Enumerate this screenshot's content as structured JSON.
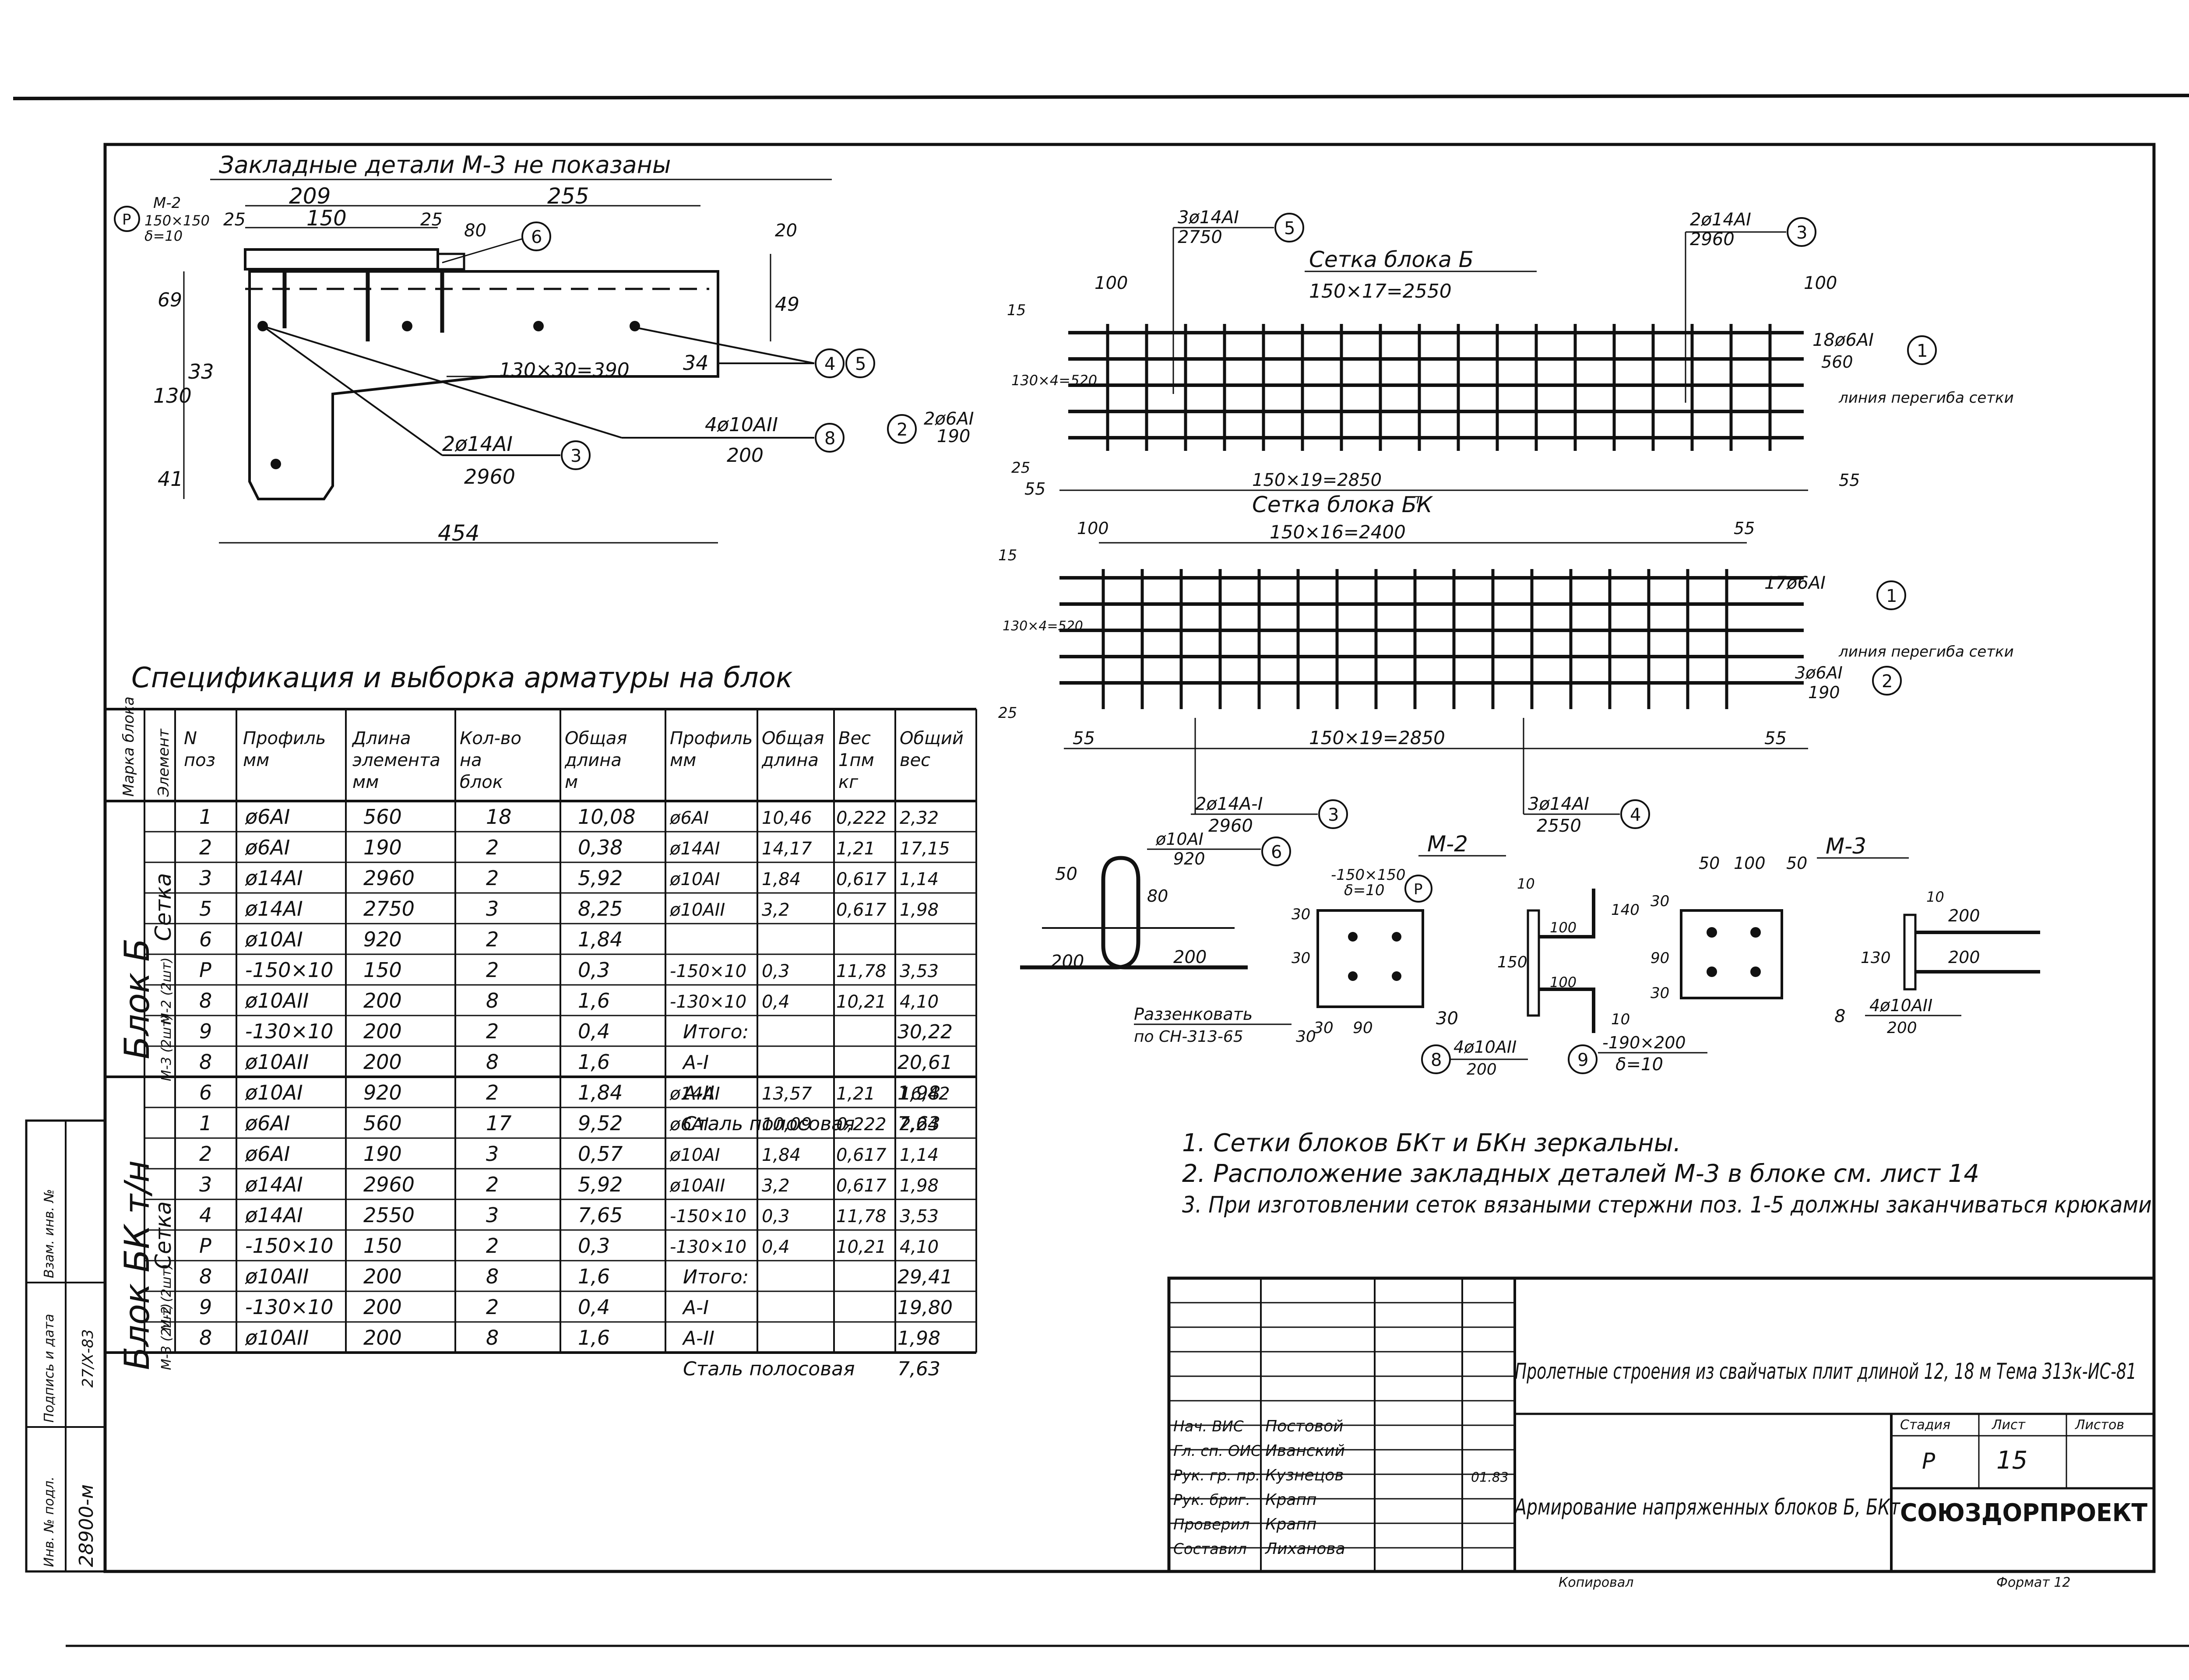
{
  "header_note": "Закладные детали М-3 не показаны",
  "section": {
    "labels": {
      "m2_tag": "М-2",
      "m2_size": "150×150",
      "m2_thick": "δ=10",
      "d209": "209",
      "d255": "255",
      "d150": "150",
      "d25": "25",
      "d80": "80",
      "d20": "20",
      "d69": "69",
      "d49": "49",
      "d33": "33",
      "d130": "130",
      "d41": "41",
      "d34": "34",
      "spacing": "130×30=390",
      "rebar3": "2ø14АI",
      "rebar3_len": "2960",
      "rebar8": "4ø10АII",
      "rebar8_len": "200",
      "d454": "454",
      "p_mark": "Р",
      "c6": "6",
      "c4": "4",
      "c5": "5",
      "c3": "3",
      "c8": "8"
    }
  },
  "mesh_b": {
    "title": "Сетка блока Б",
    "total": "150×17=2550",
    "top_left_note": "3ø14АI",
    "top_left_len": "2750",
    "top_left_circle": "5",
    "top_right_note": "2ø14АI",
    "top_right_len": "2960",
    "top_right_circle": "3",
    "right_note": "18ø6АI",
    "right_len": "560",
    "right_circle": "1",
    "left_note": "2ø6АI",
    "left_len": "190",
    "left_circle": "2",
    "bend_line": "линия перегиба сетки",
    "d100a": "100",
    "d100b": "100",
    "d15": "15",
    "d130": "130×4=520",
    "d25": "25",
    "d55a": "55",
    "d55b": "55",
    "bottom_total": "150×19=2850"
  },
  "mesh_bk": {
    "title": "Сетка блока БК",
    "title_sup": "т",
    "total": "150×16=2400",
    "d100": "100",
    "d55top": "55",
    "d15": "15",
    "d130": "130×4=520",
    "d25": "25",
    "right_note": "17ø6АI",
    "right_circle": "1",
    "right_note2": "3ø6АI",
    "right_len2": "190",
    "right_circle2": "2",
    "bend_line": "линия перегиба сетки",
    "d55a": "55",
    "d55b": "55",
    "bottom_total": "150×19=2850",
    "bl_note": "2ø14А-I",
    "bl_len": "2960",
    "bl_circle": "3",
    "br_note": "3ø14АI",
    "br_len": "2550",
    "br_circle": "4"
  },
  "detail6": {
    "note": "ø10АI",
    "len": "920",
    "circle": "6",
    "d50": "50",
    "d80": "80",
    "d200a": "200",
    "d200b": "200",
    "caption": "Раззенковать",
    "caption2": "по СН-313-65"
  },
  "m2": {
    "title": "М-2",
    "plate": "-150×150",
    "plate2": "δ=10",
    "circle": "Р",
    "d30a": "30",
    "d30b": "30",
    "d90": "90",
    "d30c": "30",
    "d30d": "30",
    "d30e": "30",
    "d10": "10",
    "d150": "150",
    "d100a": "100",
    "d100b": "100",
    "d140": "140",
    "d10b": "10",
    "rebar": "4ø10АII",
    "rebar_len": "200",
    "c8": "8",
    "plate_b": "-190×200",
    "plate_b2": "δ=10",
    "c9": "9"
  },
  "m3": {
    "title": "М-3",
    "d50a": "50",
    "d100": "100",
    "d50b": "50",
    "d30": "30",
    "d90": "90",
    "d30b": "30",
    "d10": "10",
    "d130": "130",
    "d200a": "200",
    "d200b": "200",
    "rebar": "4ø10АII",
    "rebar_len": "200",
    "c8": "8"
  },
  "notes": [
    "1. Сетки блоков БКт и БКн зеркальны.",
    "2. Расположение закладных деталей М-3 в блоке см. лист 14",
    "3. При изготовлении сеток вязаными стержни поз. 1-5 должны заканчиваться крюками."
  ],
  "spec": {
    "title": "Спецификация и выборка арматуры на блок",
    "headers": [
      "Марка блока",
      "Элемент",
      "N поз",
      "Профиль мм",
      "Длина элемента мм",
      "Кол-во на блок",
      "Общая длина м",
      "Профиль мм",
      "Общая длина",
      "Вес 1пм кг",
      "Общий вес"
    ],
    "block_b_label": "Блок Б",
    "block_bk_label": "Блок БК т/н",
    "group_mesh": "Сетка",
    "group_m2": "М-2 (2шт)",
    "group_m3": "М-3 (2шт)",
    "rows_b": [
      [
        "1",
        "ø6АI",
        "560",
        "18",
        "10,08"
      ],
      [
        "2",
        "ø6АI",
        "190",
        "2",
        "0,38"
      ],
      [
        "3",
        "ø14АI",
        "2960",
        "2",
        "5,92"
      ],
      [
        "5",
        "ø14АI",
        "2750",
        "3",
        "8,25"
      ],
      [
        "6",
        "ø10АI",
        "920",
        "2",
        "1,84"
      ],
      [
        "Р",
        "-150×10",
        "150",
        "2",
        "0,3"
      ],
      [
        "8",
        "ø10АII",
        "200",
        "8",
        "1,6"
      ],
      [
        "9",
        "-130×10",
        "200",
        "2",
        "0,4"
      ],
      [
        "8",
        "ø10АII",
        "200",
        "8",
        "1,6"
      ]
    ],
    "sel_b": [
      [
        "ø6АI",
        "10,46",
        "0,222",
        "2,32"
      ],
      [
        "ø14АI",
        "14,17",
        "1,21",
        "17,15"
      ],
      [
        "ø10АI",
        "1,84",
        "0,617",
        "1,14"
      ],
      [
        "ø10АII",
        "3,2",
        "0,617",
        "1,98"
      ],
      [
        "",
        "",
        "",
        ""
      ],
      [
        "-150×10",
        "0,3",
        "11,78",
        "3,53"
      ],
      [
        "-130×10",
        "0,4",
        "10,21",
        "4,10"
      ]
    ],
    "totals_b": [
      [
        "Итого:",
        "30,22"
      ],
      [
        "А-I",
        "20,61"
      ],
      [
        "А-II",
        "1,98"
      ],
      [
        "Сталь полосовая",
        "7,63"
      ]
    ],
    "rows_bk": [
      [
        "6",
        "ø10АI",
        "920",
        "2",
        "1,84"
      ],
      [
        "1",
        "ø6АI",
        "560",
        "17",
        "9,52"
      ],
      [
        "2",
        "ø6АI",
        "190",
        "3",
        "0,57"
      ],
      [
        "3",
        "ø14АI",
        "2960",
        "2",
        "5,92"
      ],
      [
        "4",
        "ø14АI",
        "2550",
        "3",
        "7,65"
      ],
      [
        "Р",
        "-150×10",
        "150",
        "2",
        "0,3"
      ],
      [
        "8",
        "ø10АII",
        "200",
        "8",
        "1,6"
      ],
      [
        "9",
        "-130×10",
        "200",
        "2",
        "0,4"
      ],
      [
        "8",
        "ø10АII",
        "200",
        "8",
        "1,6"
      ]
    ],
    "sel_bk": [
      [
        "ø14АI",
        "13,57",
        "1,21",
        "16,42"
      ],
      [
        "ø6АI",
        "10,09",
        "0,222",
        "2,24"
      ],
      [
        "ø10АI",
        "1,84",
        "0,617",
        "1,14"
      ],
      [
        "ø10АII",
        "3,2",
        "0,617",
        "1,98"
      ],
      [
        "-150×10",
        "0,3",
        "11,78",
        "3,53"
      ],
      [
        "-130×10",
        "0,4",
        "10,21",
        "4,10"
      ]
    ],
    "totals_bk": [
      [
        "Итого:",
        "29,41"
      ],
      [
        "А-I",
        "19,80"
      ],
      [
        "А-II",
        "1,98"
      ],
      [
        "Сталь полосовая",
        "7,63"
      ]
    ]
  },
  "left_strip": {
    "inv_label": "Инв. № подл.",
    "inv_value": "28900-м",
    "sign_label": "Подпись и дата",
    "sign_value": "27/Х-83",
    "vzam_label": "Взам. инв. №"
  },
  "title_block": {
    "project": "Пролетные строения из свайчатых плит длиной 12, 18 м   Тема 313к-ИС-81",
    "sheet_title": "Армирование напряженных блоков Б, БКт",
    "org": "СОЮЗДОРПРОЕКТ",
    "stage_label": "Стадия",
    "sheet_label": "Лист",
    "sheets_label": "Листов",
    "stage": "Р",
    "sheet": "15",
    "copied": "Копировал",
    "format": "Формат 12",
    "signatures": [
      [
        "Нач. ВИС",
        "Постовой"
      ],
      [
        "Гл. сп. ОИС",
        "Иванский"
      ],
      [
        "Рук. гр. пр.",
        "Кузнецов"
      ],
      [
        "Рук. бриг.",
        "Крапп"
      ],
      [
        "Проверил",
        "Крапп"
      ],
      [
        "Составил",
        "Лиханова"
      ]
    ],
    "date": "01.83"
  }
}
